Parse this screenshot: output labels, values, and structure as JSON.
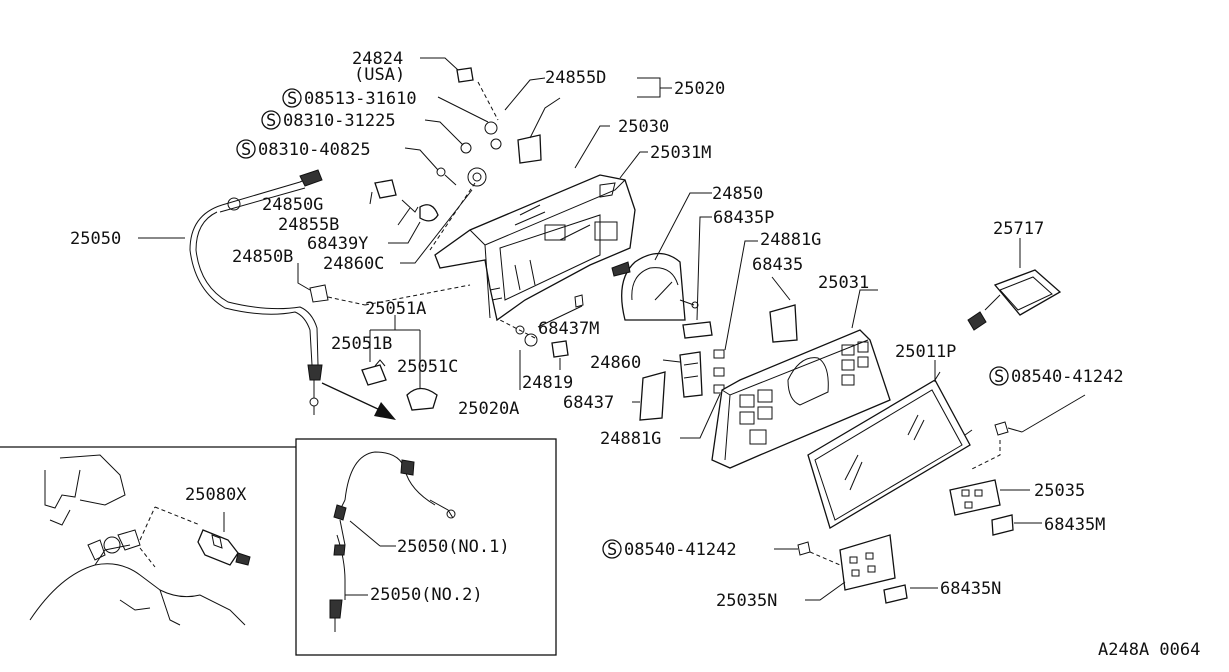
{
  "labels": {
    "p24824": "24824",
    "usa": "(USA)",
    "p24855D": "24855D",
    "p25020": "25020",
    "s08513": "08513-31610",
    "s08310a": "08310-31225",
    "p25030": "25030",
    "s08310b": "08310-40825",
    "p25031M": "25031M",
    "p24850G": "24850G",
    "p24850": "24850",
    "p25050": "25050",
    "p24855B": "24855B",
    "p68435P": "68435P",
    "p68439Y": "68439Y",
    "p24881G_top": "24881G",
    "p25717": "25717",
    "p24860C": "24860C",
    "p68435": "68435",
    "p24850B": "24850B",
    "p25031": "25031",
    "p25051A": "25051A",
    "p25051B": "25051B",
    "p68437M": "68437M",
    "p25011P": "25011P",
    "p25051C": "25051C",
    "p24860": "24860",
    "s08540a": "08540-41242",
    "p24819": "24819",
    "p68437": "68437",
    "p25020A": "25020A",
    "p24881G_bot": "24881G",
    "p25080X": "25080X",
    "p25035": "25035",
    "p25050_no1": "25050(NO.1)",
    "p68435M": "68435M",
    "s08540b": "08540-41242",
    "p25035N": "25035N",
    "p68435N": "68435N",
    "p25050_no2": "25050(NO.2)",
    "code": "A248A 0064",
    "s_mark": "S"
  }
}
